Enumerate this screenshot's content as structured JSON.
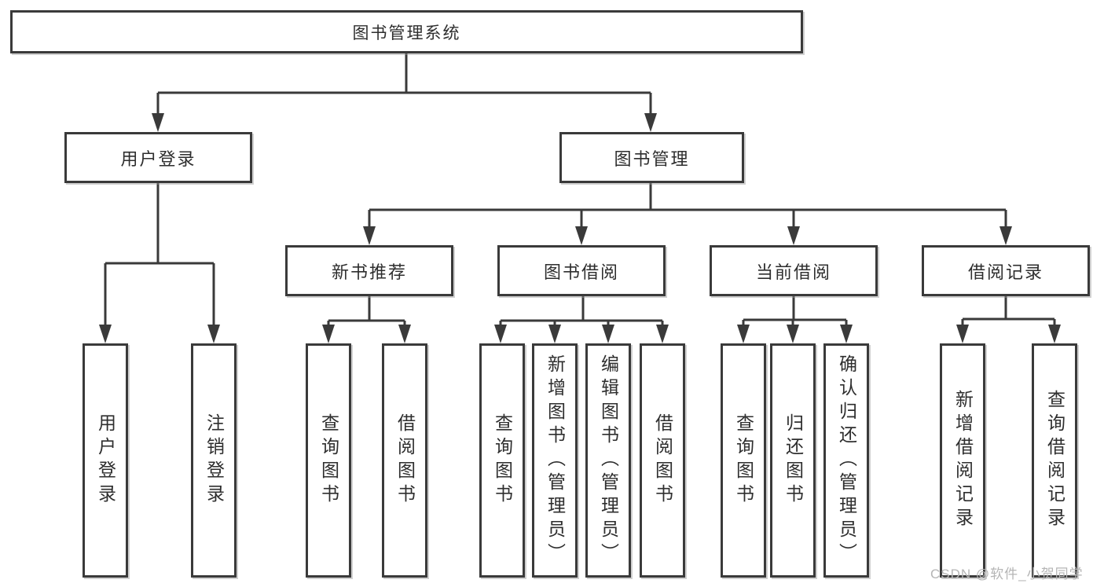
{
  "title": "图书管理系统",
  "watermark": "CSDN @软件_小贺同学",
  "colors": {
    "line": "#3a3a3a",
    "box_border": "#3a3a3a",
    "box_fill": "#ffffff",
    "text": "#2e2e2e",
    "background": "#ffffff",
    "watermark": "#b5b5b5"
  },
  "nodes": {
    "root": {
      "label": "图书管理系统"
    },
    "user_login": {
      "label": "用户登录"
    },
    "book_mgmt": {
      "label": "图书管理"
    },
    "new_book_rec": {
      "label": "新书推荐"
    },
    "book_borrow": {
      "label": "图书借阅"
    },
    "current_borrow": {
      "label": "当前借阅"
    },
    "borrow_record": {
      "label": "借阅记录"
    },
    "leaf_user_login": {
      "label": "用户登录"
    },
    "leaf_logout": {
      "label": "注销登录"
    },
    "leaf_rec_query": {
      "label": "查询图书"
    },
    "leaf_rec_borrow": {
      "label": "借阅图书"
    },
    "leaf_bb_query": {
      "label": "查询图书"
    },
    "leaf_bb_add": {
      "label": "新增图书（管理员）"
    },
    "leaf_bb_edit": {
      "label": "编辑图书（管理员）"
    },
    "leaf_bb_borrow": {
      "label": "借阅图书"
    },
    "leaf_cb_query": {
      "label": "查询图书"
    },
    "leaf_cb_return": {
      "label": "归还图书"
    },
    "leaf_cb_confirm": {
      "label": "确认归还（管理员）"
    },
    "leaf_br_add": {
      "label": "新增借阅记录"
    },
    "leaf_br_query": {
      "label": "查询借阅记录"
    }
  },
  "edges": [
    {
      "from": "图书管理系统",
      "to": [
        "用户登录",
        "图书管理"
      ]
    },
    {
      "from": "用户登录",
      "to": [
        "用户登录",
        "注销登录"
      ]
    },
    {
      "from": "图书管理",
      "to": [
        "新书推荐",
        "图书借阅",
        "当前借阅",
        "借阅记录"
      ]
    },
    {
      "from": "新书推荐",
      "to": [
        "查询图书",
        "借阅图书"
      ]
    },
    {
      "from": "图书借阅",
      "to": [
        "查询图书",
        "新增图书（管理员）",
        "编辑图书（管理员）",
        "借阅图书"
      ]
    },
    {
      "from": "当前借阅",
      "to": [
        "查询图书",
        "归还图书",
        "确认归还（管理员）"
      ]
    },
    {
      "from": "借阅记录",
      "to": [
        "新增借阅记录",
        "查询借阅记录"
      ]
    }
  ]
}
